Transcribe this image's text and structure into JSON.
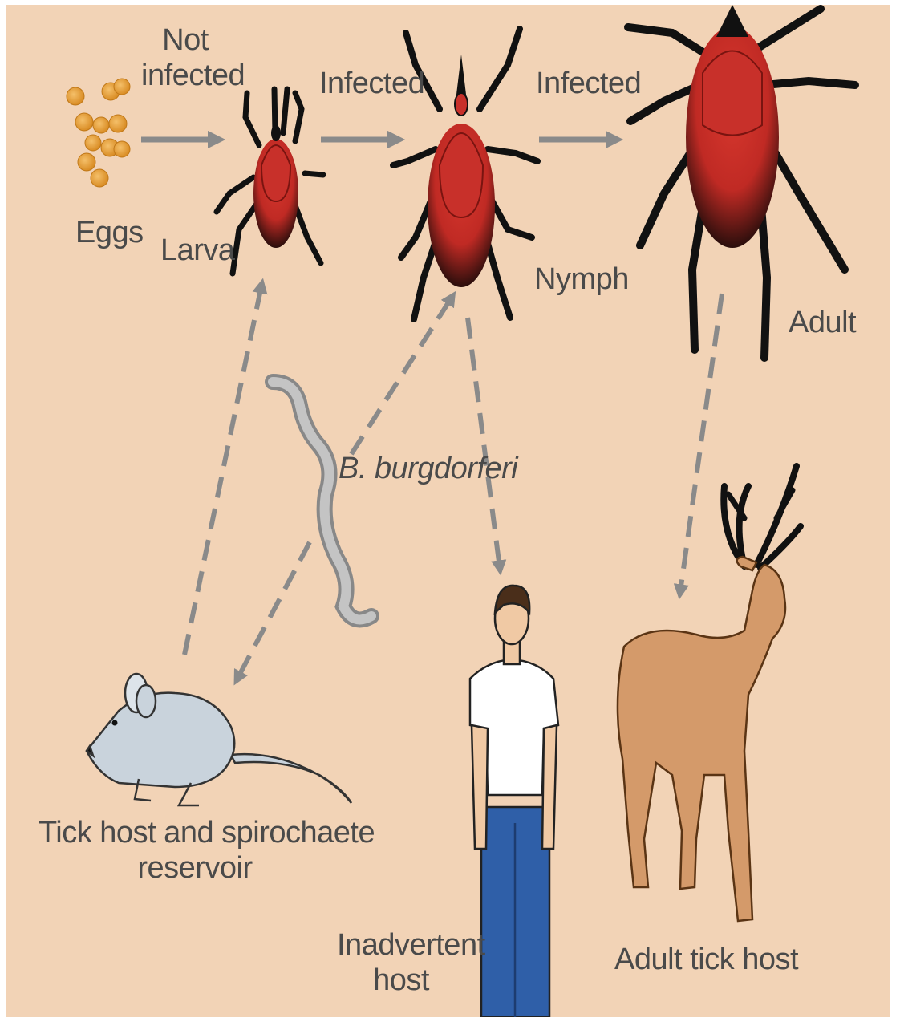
{
  "labels": {
    "not_infected_line1": "Not",
    "not_infected_line2": "infected",
    "infected_1": "Infected",
    "infected_2": "Infected",
    "eggs": "Eggs",
    "larva": "Larva",
    "nymph": "Nymph",
    "adult": "Adult",
    "bacterium": "B. burgdorferi",
    "reservoir_line1": "Tick host and spirochaete",
    "reservoir_line2": "reservoir",
    "inadvertent_line1": "Inadvertent",
    "inadvertent_line2": "host",
    "adult_host": "Adult tick host"
  },
  "colors": {
    "background": "#f2d3b6",
    "egg": "#e8a23c",
    "tick_body": "#c8302a",
    "tick_legs": "#111111",
    "arrow": "#8a8a8a",
    "mouse": "#c9d3dc",
    "deer": "#d49a6a",
    "shirt": "#ffffff",
    "jeans": "#2f5fa8",
    "skin": "#f0c9a4",
    "hair": "#4a2e1a"
  }
}
